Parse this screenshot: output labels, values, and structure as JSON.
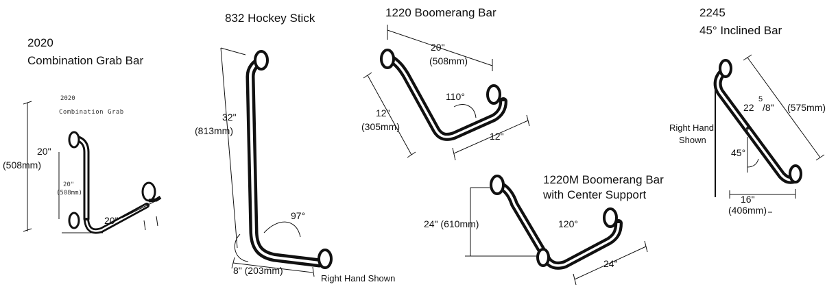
{
  "bars": [
    {
      "model": "2020",
      "name": "Combination Grab Bar",
      "inset_model": "2020",
      "inset_name": "Combination Grab",
      "height_label": "20\"",
      "height_metric": "(508mm)",
      "inner_height_label": "20\"",
      "inner_height_metric": "(508mm)",
      "width_label": "20\""
    },
    {
      "model": "832",
      "name": "832 Hockey Stick",
      "length_label": "32\"",
      "length_metric": "(813mm)",
      "angle_label": "97°",
      "foot_label": "8\" (203mm)",
      "note": "Right Hand Shown"
    },
    {
      "model": "1220",
      "name": "1220 Boomerang Bar",
      "top_label": "20\"",
      "top_metric": "(508mm)",
      "angle_label": "110°",
      "left_label": "12\"",
      "left_metric": "(305mm)",
      "right_label": "12\""
    },
    {
      "model": "1220M",
      "name_line1": "1220M Boomerang Bar",
      "name_line2": "with Center Support",
      "height_label": "24\" (610mm)",
      "angle_label": "120°",
      "right_label": "24\""
    },
    {
      "model": "2245",
      "name": "45° Inclined Bar",
      "length_whole": "22",
      "length_num": "5",
      "length_den": "/8\"",
      "length_metric": "(575mm)",
      "note_line1": "Right Hand",
      "note_line2": "Shown",
      "angle_label": "45°",
      "base_label": "16\"",
      "base_metric": "(406mm)"
    }
  ]
}
